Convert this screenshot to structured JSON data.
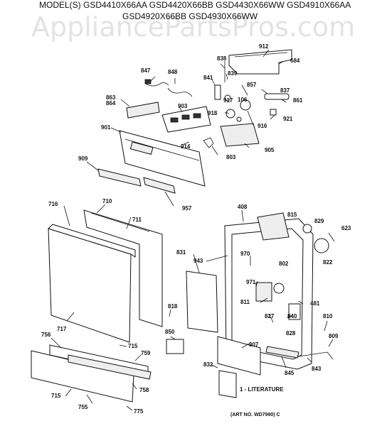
{
  "header": {
    "models_line1": "MODEL(S) GSD4410X66AA  GSD4420X66BB  GSD4430X66WW  GSD4910X66AA",
    "models_line2": "GSD4920X66BB  GSD4930X66WW"
  },
  "watermark": "AppliancePartsPros.com",
  "labels": {
    "p912": "912",
    "p684": "684",
    "p838": "838",
    "p839": "839",
    "p841": "841",
    "p837": "837",
    "p847": "847",
    "p848": "848",
    "p857": "857",
    "p917": "917",
    "p106": "106",
    "p861": "861",
    "p863": "863",
    "p864": "864",
    "p903": "903",
    "p918": "918",
    "p916": "916",
    "p921": "921",
    "p901": "901",
    "p914": "914",
    "p905": "905",
    "p803": "803",
    "p909": "909",
    "p957": "957",
    "p716": "716",
    "p710": "710",
    "p711": "711",
    "p408": "408",
    "p815": "815",
    "p829": "829",
    "p623": "623",
    "p831": "831",
    "p943": "943",
    "p970": "970",
    "p802": "802",
    "p822": "822",
    "p971": "971",
    "p811": "811",
    "p481": "481",
    "p827": "827",
    "p840": "840",
    "p810": "810",
    "p828": "828",
    "p809": "809",
    "p818": "818",
    "p717": "717",
    "p850": "850",
    "p807": "807",
    "p756": "756",
    "p715a": "715",
    "p759": "759",
    "p832": "832",
    "p845": "845",
    "p843": "843",
    "p715b": "715",
    "p758": "758",
    "p755": "755",
    "p775": "775"
  },
  "literature": "1 - LITERATURE",
  "art_no": "(ART NO. WD7990) C"
}
